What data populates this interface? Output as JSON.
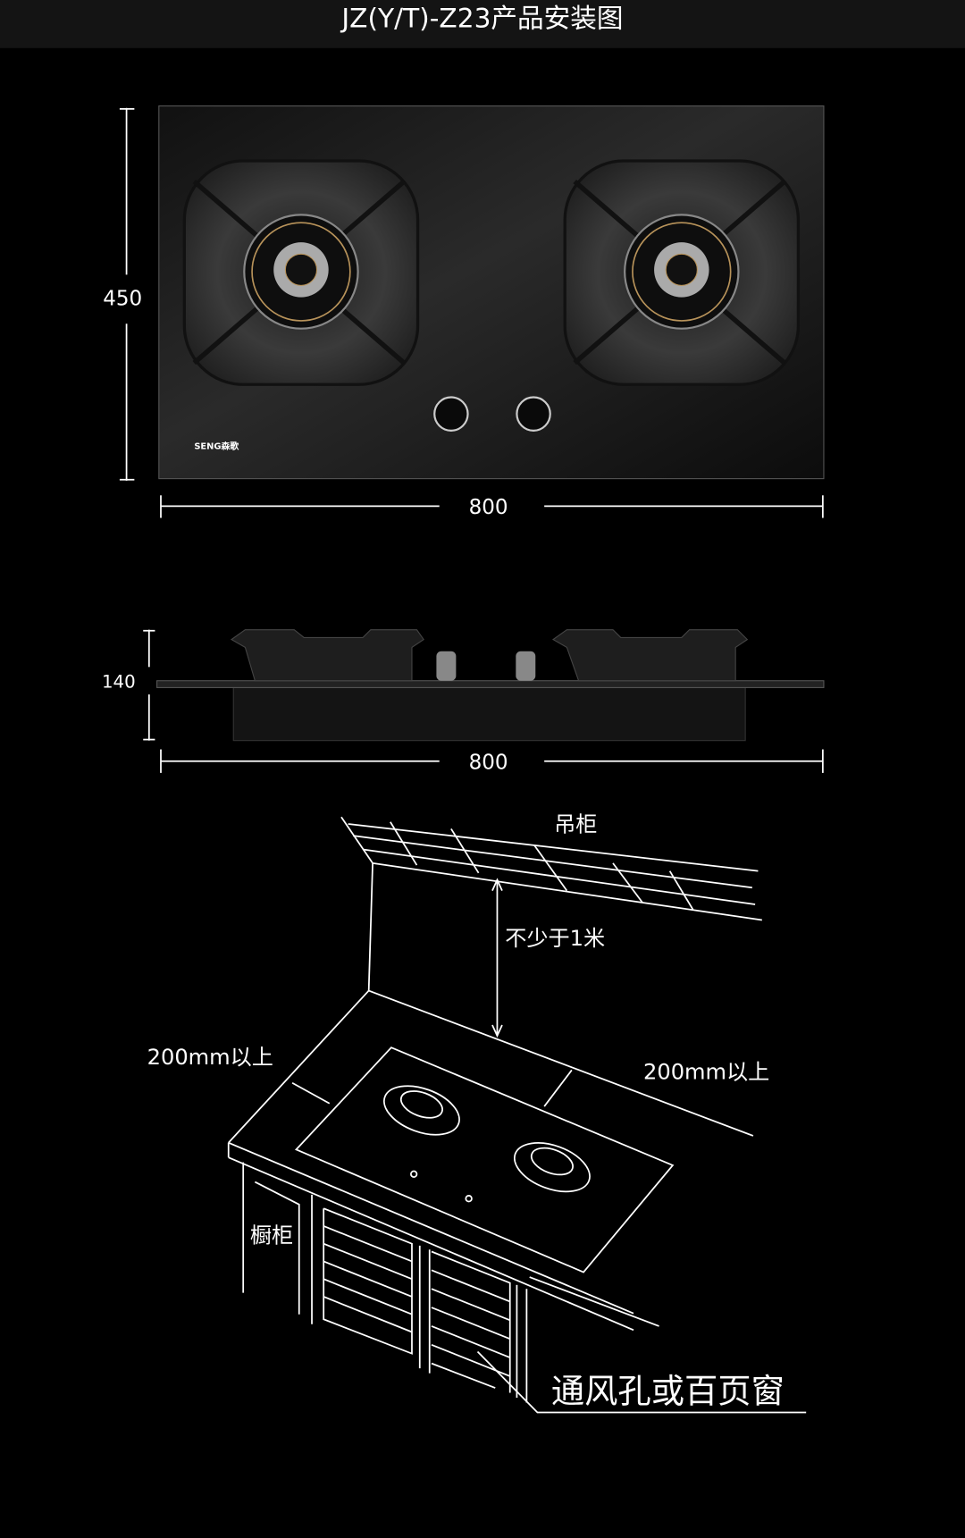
{
  "title": "JZ(Y/T)-Z23产品安装图",
  "top_view": {
    "height_label": "450",
    "width_label": "800",
    "brand": "SENG森歌"
  },
  "side_view": {
    "height_label": "140",
    "width_label": "800"
  },
  "install": {
    "hanging_cabinet": "吊柜",
    "min_height": "不少于1米",
    "side_clearance_left": "200mm以上",
    "side_clearance_back": "200mm以上",
    "base_cabinet": "橱柜",
    "vent": "通风孔或百页窗"
  },
  "colors": {
    "title_bar": "#141414",
    "background": "#000000",
    "glass": "#1c1c1c"
  }
}
